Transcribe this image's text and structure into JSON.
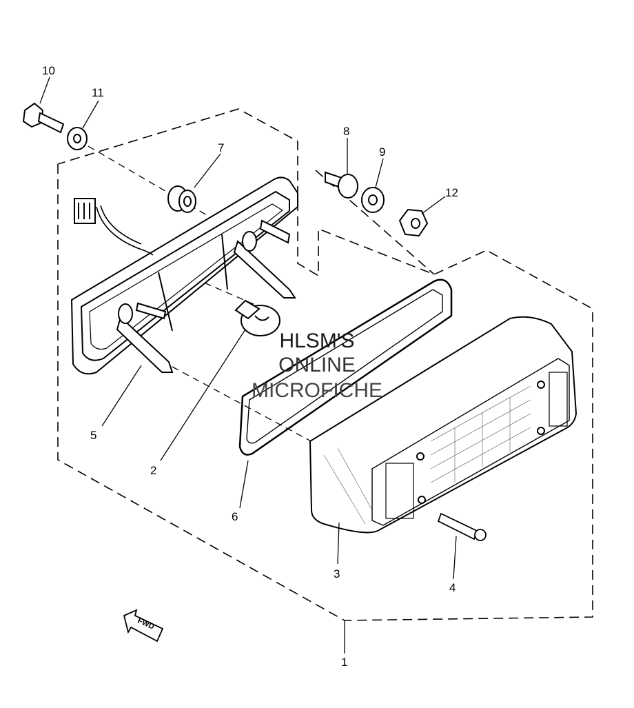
{
  "diagram": {
    "parts": [
      {
        "number": "1"
      },
      {
        "number": "2"
      },
      {
        "number": "3"
      },
      {
        "number": "4"
      },
      {
        "number": "5"
      },
      {
        "number": "6"
      },
      {
        "number": "7"
      },
      {
        "number": "8"
      },
      {
        "number": "9"
      },
      {
        "number": "10"
      },
      {
        "number": "11"
      },
      {
        "number": "12"
      }
    ],
    "direction_marker": "FWD"
  },
  "watermark": {
    "line1": "HLSM'S",
    "line2": "ONLINE",
    "line3": "MICROFICHE"
  }
}
